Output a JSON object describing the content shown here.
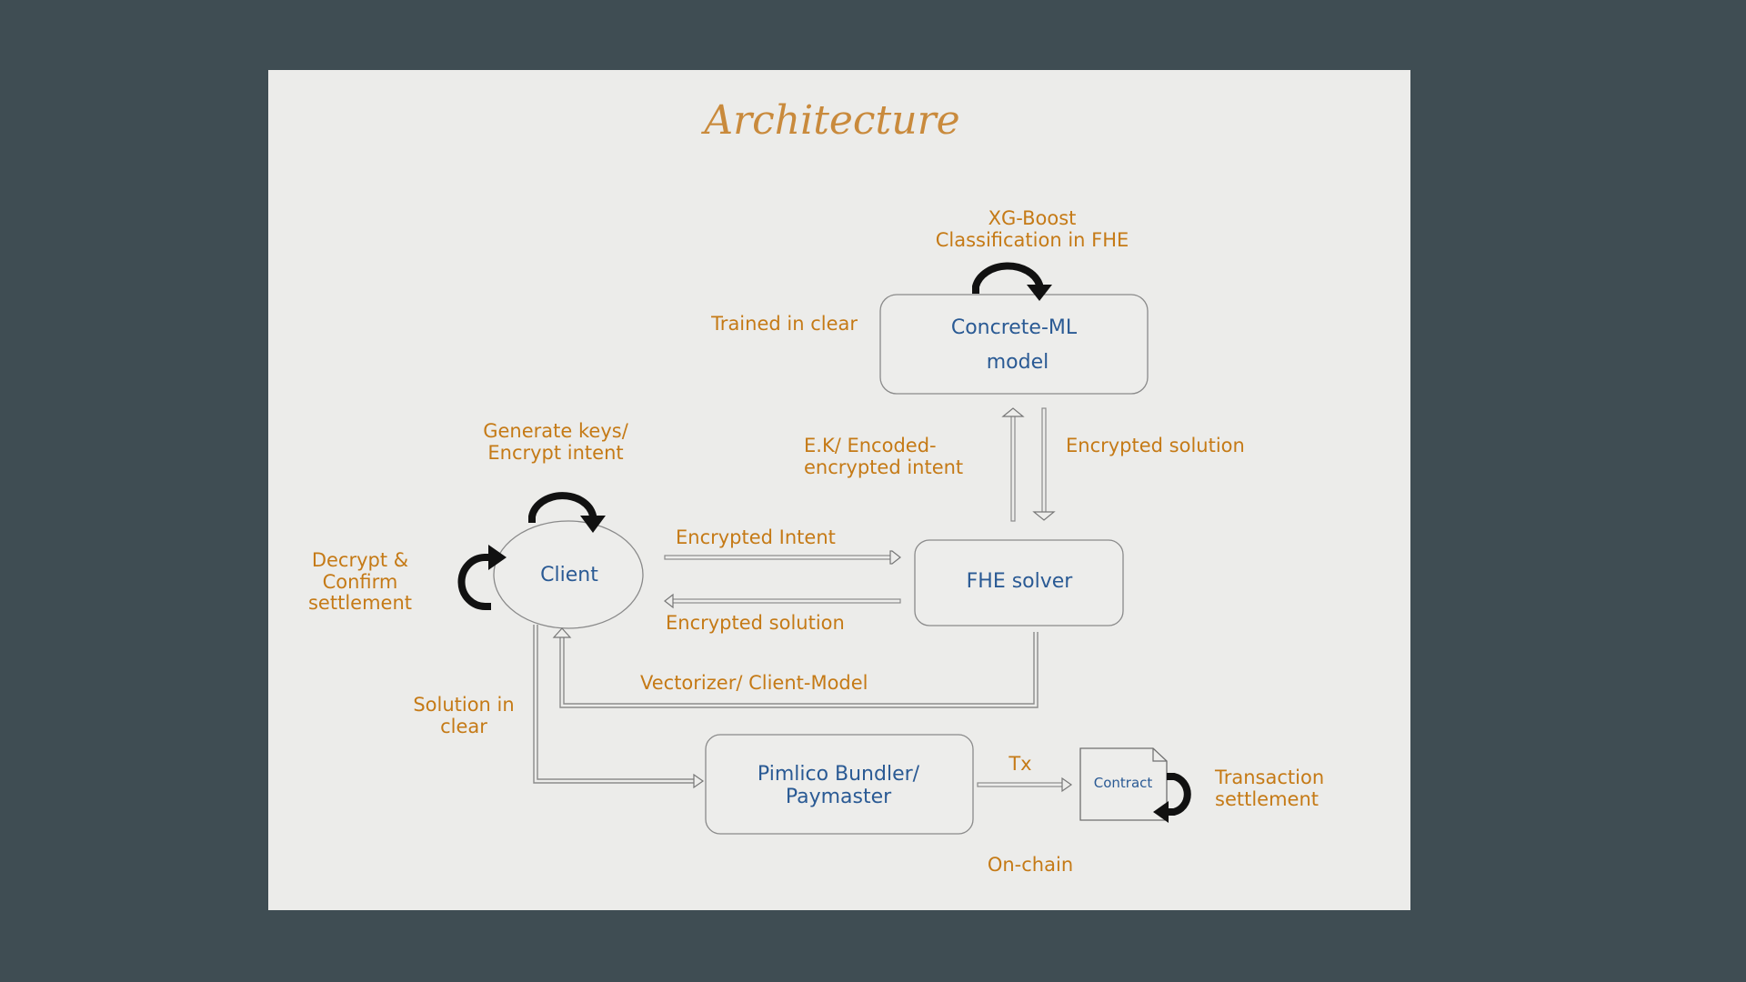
{
  "diagram": {
    "title": "Architecture",
    "nodes": {
      "concrete_ml": [
        "Concrete-ML",
        "model"
      ],
      "client": "Client",
      "fhe_solver": "FHE solver",
      "pimlico": [
        "Pimlico Bundler/",
        "Paymaster"
      ],
      "contract": "Contract"
    },
    "labels": {
      "xgboost": [
        "XG-Boost",
        "Classification in FHE"
      ],
      "trained_in_clear": "Trained in clear",
      "generate_keys": [
        "Generate keys/",
        "Encrypt intent"
      ],
      "decrypt_confirm": [
        "Decrypt &",
        "Confirm",
        "settlement"
      ],
      "ek_encoded": [
        "E.K/ Encoded-",
        "encrypted intent"
      ],
      "encrypted_solution_right": "Encrypted solution",
      "encrypted_intent": "Encrypted Intent",
      "encrypted_solution_bottom": "Encrypted solution",
      "vectorizer": "Vectorizer/ Client-Model",
      "solution_in_clear": [
        "Solution in",
        "clear"
      ],
      "tx": "Tx",
      "transaction_settlement": [
        "Transaction",
        "settlement"
      ],
      "on_chain": "On-chain"
    }
  }
}
